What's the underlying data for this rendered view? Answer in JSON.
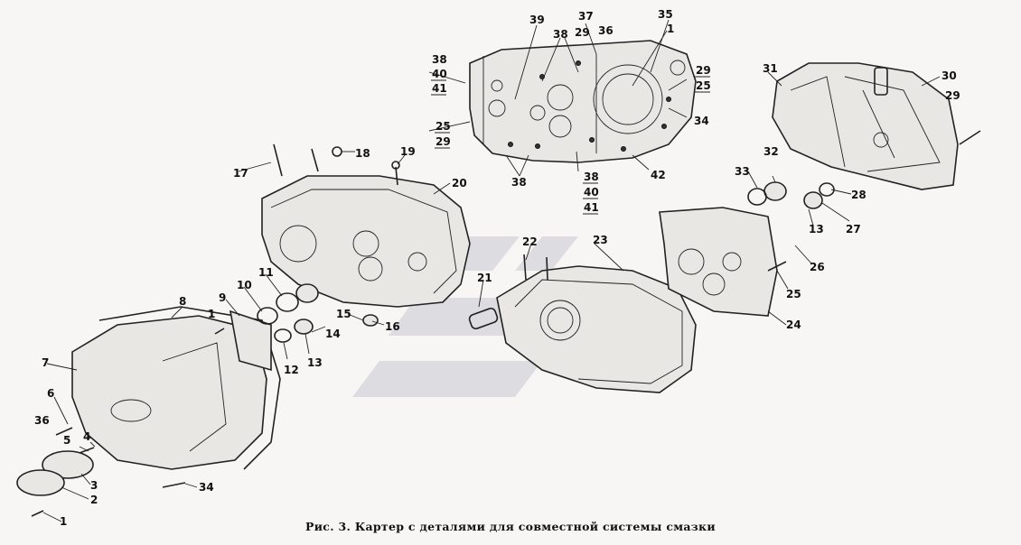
{
  "caption": "Рис. 3. Картер с деталями для совместной системы смазки",
  "callouts": [
    {
      "id": "c39",
      "text": "39"
    },
    {
      "id": "c38a",
      "text": "38"
    },
    {
      "id": "c37",
      "text": "37"
    },
    {
      "id": "c29a",
      "text": "29"
    },
    {
      "id": "c36a",
      "text": "36"
    },
    {
      "id": "c35",
      "text": "35"
    },
    {
      "id": "c1a",
      "text": "1"
    },
    {
      "id": "c38b",
      "text": "38"
    },
    {
      "id": "c40a",
      "text": "40"
    },
    {
      "id": "c41a",
      "text": "41"
    },
    {
      "id": "c25a",
      "text": "25"
    },
    {
      "id": "c29b",
      "text": "29"
    },
    {
      "id": "c29c",
      "text": "29"
    },
    {
      "id": "c25b",
      "text": "25"
    },
    {
      "id": "c34a",
      "text": "34"
    },
    {
      "id": "c42",
      "text": "42"
    },
    {
      "id": "c38c",
      "text": "38"
    },
    {
      "id": "c38d",
      "text": "38"
    },
    {
      "id": "c40b",
      "text": "40"
    },
    {
      "id": "c41b",
      "text": "41"
    },
    {
      "id": "c31",
      "text": "31"
    },
    {
      "id": "c30",
      "text": "30"
    },
    {
      "id": "c29d",
      "text": "29"
    },
    {
      "id": "c33",
      "text": "33"
    },
    {
      "id": "c32",
      "text": "32"
    },
    {
      "id": "c28",
      "text": "28"
    },
    {
      "id": "c13a",
      "text": "13"
    },
    {
      "id": "c27",
      "text": "27"
    },
    {
      "id": "c26",
      "text": "26"
    },
    {
      "id": "c25c",
      "text": "25"
    },
    {
      "id": "c24",
      "text": "24"
    },
    {
      "id": "c17",
      "text": "17"
    },
    {
      "id": "c18",
      "text": "18"
    },
    {
      "id": "c19",
      "text": "19"
    },
    {
      "id": "c20",
      "text": "20"
    },
    {
      "id": "c22",
      "text": "22"
    },
    {
      "id": "c23",
      "text": "23"
    },
    {
      "id": "c21",
      "text": "21"
    },
    {
      "id": "c8",
      "text": "8"
    },
    {
      "id": "c9",
      "text": "9"
    },
    {
      "id": "c10",
      "text": "10"
    },
    {
      "id": "c11",
      "text": "11"
    },
    {
      "id": "c1b",
      "text": "1"
    },
    {
      "id": "c15",
      "text": "15"
    },
    {
      "id": "c16",
      "text": "16"
    },
    {
      "id": "c14",
      "text": "14"
    },
    {
      "id": "c13b",
      "text": "13"
    },
    {
      "id": "c12",
      "text": "12"
    },
    {
      "id": "c7",
      "text": "7"
    },
    {
      "id": "c6",
      "text": "6"
    },
    {
      "id": "c36b",
      "text": "36"
    },
    {
      "id": "c5",
      "text": "5"
    },
    {
      "id": "c4",
      "text": "4"
    },
    {
      "id": "c3",
      "text": "3"
    },
    {
      "id": "c2",
      "text": "2"
    },
    {
      "id": "c34b",
      "text": "34"
    },
    {
      "id": "c1c",
      "text": "1"
    }
  ]
}
